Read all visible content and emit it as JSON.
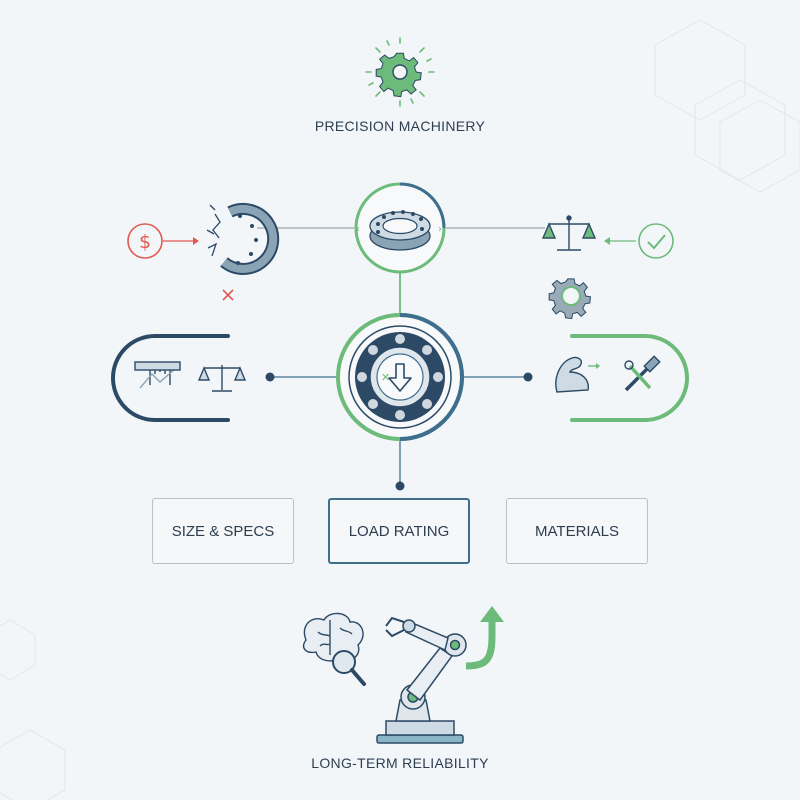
{
  "header": {
    "title": "PRECISION MACHINERY"
  },
  "boxes": [
    {
      "label": "SIZE & SPECS"
    },
    {
      "label": "LOAD RATING"
    },
    {
      "label": "MATERIALS"
    }
  ],
  "footer": {
    "title": "LONG-TERM RELIABILITY"
  },
  "icons": {
    "top": "gear-icon",
    "center": "bearing-icon",
    "left": [
      "dollar-icon",
      "broken-bearing-icon",
      "cross-icon",
      "caliper-icon",
      "balance-scale-icon"
    ],
    "right": [
      "balance-scale-icon",
      "check-icon",
      "gear-icon",
      "muscle-arm-icon",
      "hammer-wrench-icon"
    ],
    "bottom": [
      "brain-icon",
      "magnifier-icon",
      "robot-arm-icon",
      "up-arrow-icon"
    ]
  },
  "colors": {
    "green": "#6dbb7a",
    "blue": "#3f6e8f",
    "navy": "#2c4a66",
    "red": "#e05a4f",
    "gray": "#7a8794"
  }
}
